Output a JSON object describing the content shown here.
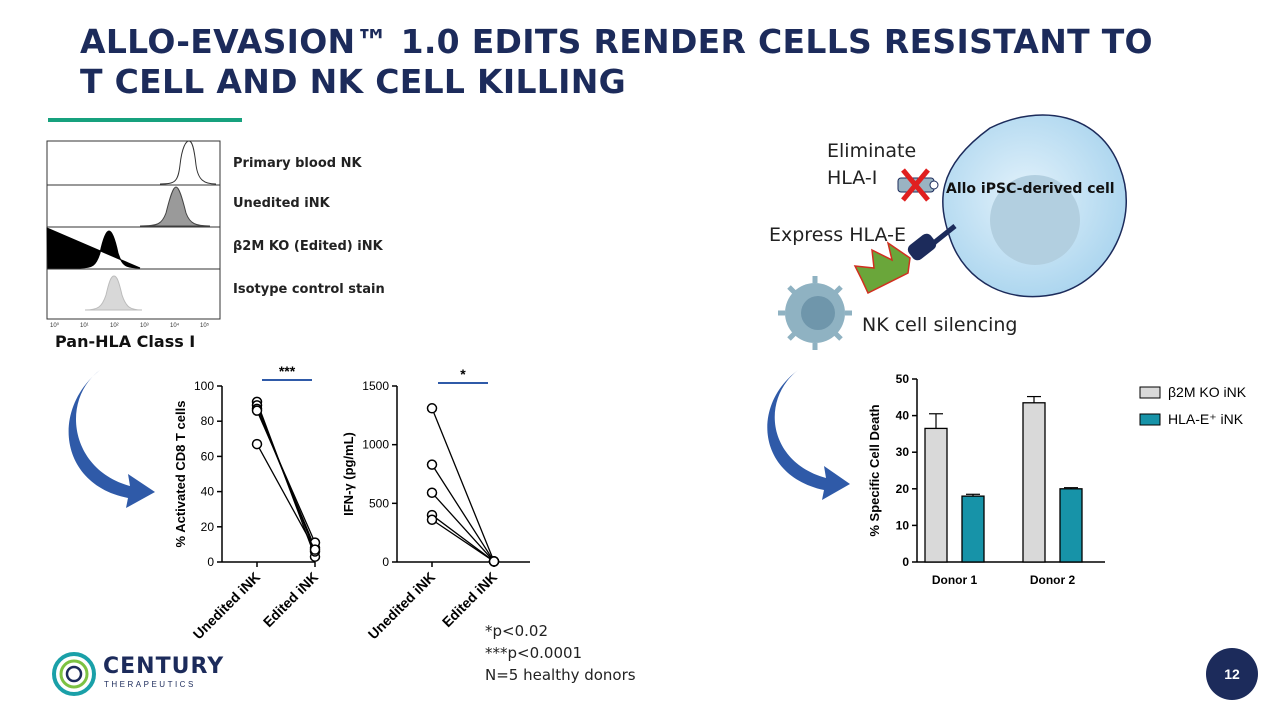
{
  "slide": {
    "title_line1": "ALLO-EVASION™ 1.0 EDITS RENDER CELLS RESISTANT TO",
    "title_line2": "T CELL AND NK CELL KILLING",
    "page_number": "12",
    "logo_name": "CENTURY",
    "logo_sub": "THERAPEUTICS",
    "footnotes": [
      "*p<0.02",
      "***p<0.0001",
      "N=5 healthy donors"
    ],
    "colors": {
      "title": "#1c2b5b",
      "accent_rule": "#17a17e",
      "bar_b2m": "#d9d9d9",
      "bar_hlae": "#1793a8",
      "arrow": "#2f5aa8"
    }
  },
  "histogram": {
    "rows": [
      "Primary blood NK",
      "Unedited iNK",
      "β2M KO (Edited) iNK",
      "Isotype control stain"
    ],
    "axis_label": "Pan-HLA Class I"
  },
  "diagram": {
    "eliminate": "Eliminate",
    "hla_i": "HLA-I",
    "express": "Express HLA-E",
    "cell_label": "Allo iPSC-derived cell",
    "nk_label": "NK cell silencing"
  },
  "chart_data": [
    {
      "type": "line",
      "ylabel": "% Activated CD8 T cells",
      "categories": [
        "Unedited iNK",
        "Edited iNK"
      ],
      "ylim": [
        0,
        100
      ],
      "yticks": [
        "0",
        "20",
        "40",
        "60",
        "80",
        "100"
      ],
      "significance": "***",
      "series": [
        {
          "values": [
            91,
            3
          ]
        },
        {
          "values": [
            89,
            6
          ]
        },
        {
          "values": [
            87,
            8
          ]
        },
        {
          "values": [
            86,
            11
          ]
        },
        {
          "values": [
            67,
            7
          ]
        }
      ]
    },
    {
      "type": "line",
      "ylabel": "IFN-γ (pg/mL)",
      "categories": [
        "Unedited iNK",
        "Edited iNK"
      ],
      "ylim": [
        0,
        1500
      ],
      "yticks": [
        "0",
        "500",
        "1000",
        "1500"
      ],
      "significance": "*",
      "series": [
        {
          "values": [
            1310,
            5
          ]
        },
        {
          "values": [
            830,
            5
          ]
        },
        {
          "values": [
            590,
            5
          ]
        },
        {
          "values": [
            400,
            5
          ]
        },
        {
          "values": [
            360,
            5
          ]
        }
      ]
    },
    {
      "type": "bar",
      "ylabel": "% Specific Cell Death",
      "categories": [
        "Donor 1",
        "Donor 2"
      ],
      "ylim": [
        0,
        50
      ],
      "yticks": [
        "0",
        "10",
        "20",
        "30",
        "40",
        "50"
      ],
      "legend_position": "top-right",
      "series": [
        {
          "name": "β2M KO iNK",
          "values": [
            36.5,
            43.5
          ],
          "errors": [
            4,
            1.7
          ]
        },
        {
          "name": "HLA-E⁺ iNK",
          "values": [
            18,
            20
          ],
          "errors": [
            0.5,
            0.3
          ]
        }
      ]
    }
  ]
}
